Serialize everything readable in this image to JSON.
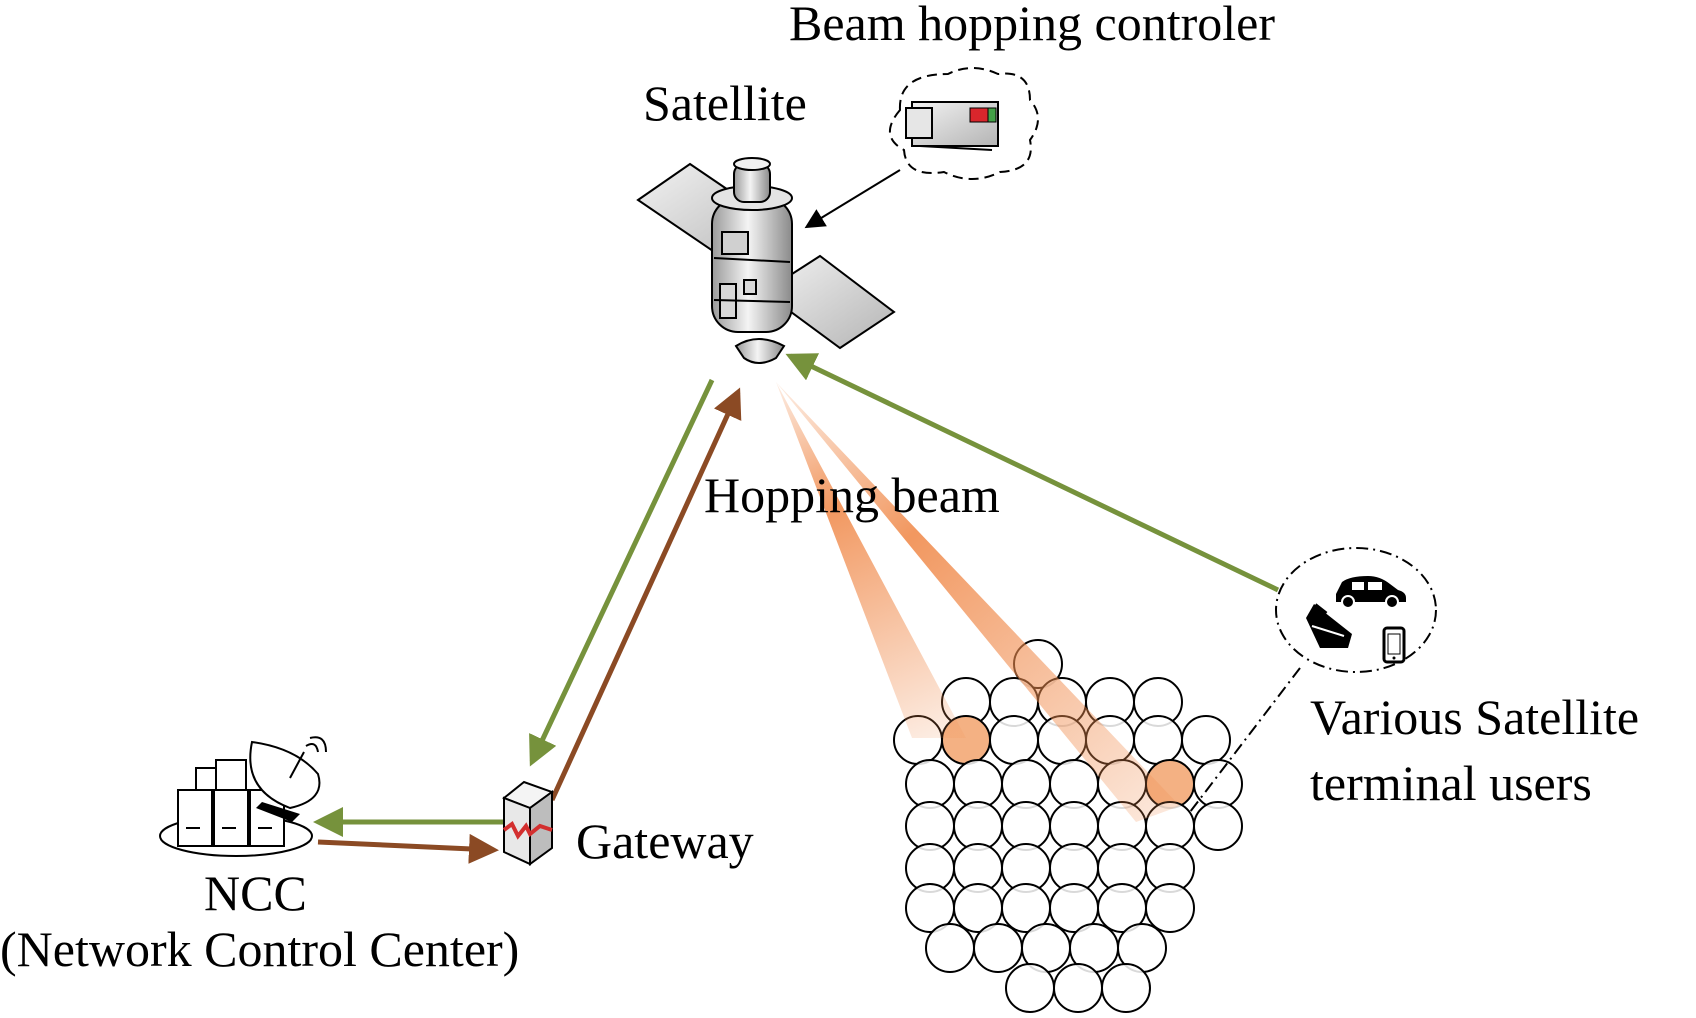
{
  "labels": {
    "controller": "Beam hopping controler",
    "satellite": "Satellite",
    "hopping_beam": "Hopping beam",
    "gateway": "Gateway",
    "ncc": "NCC",
    "ncc_full": "(Network Control Center)",
    "users_line1": "Various Satellite",
    "users_line2": "terminal users"
  },
  "colors": {
    "uplink_green": "#76923c",
    "downlink_brown": "#8b4a24",
    "beam_orange": "#f08c4e",
    "cell_highlight": "#f4b183",
    "cell_stroke": "#000000"
  },
  "icons": {
    "satellite": "satellite-icon",
    "controller": "controller-box-icon",
    "gateway": "gateway-server-icon",
    "ncc": "ncc-dish-servers-icon",
    "users": [
      "car-icon",
      "ship-icon",
      "phone-icon"
    ]
  }
}
